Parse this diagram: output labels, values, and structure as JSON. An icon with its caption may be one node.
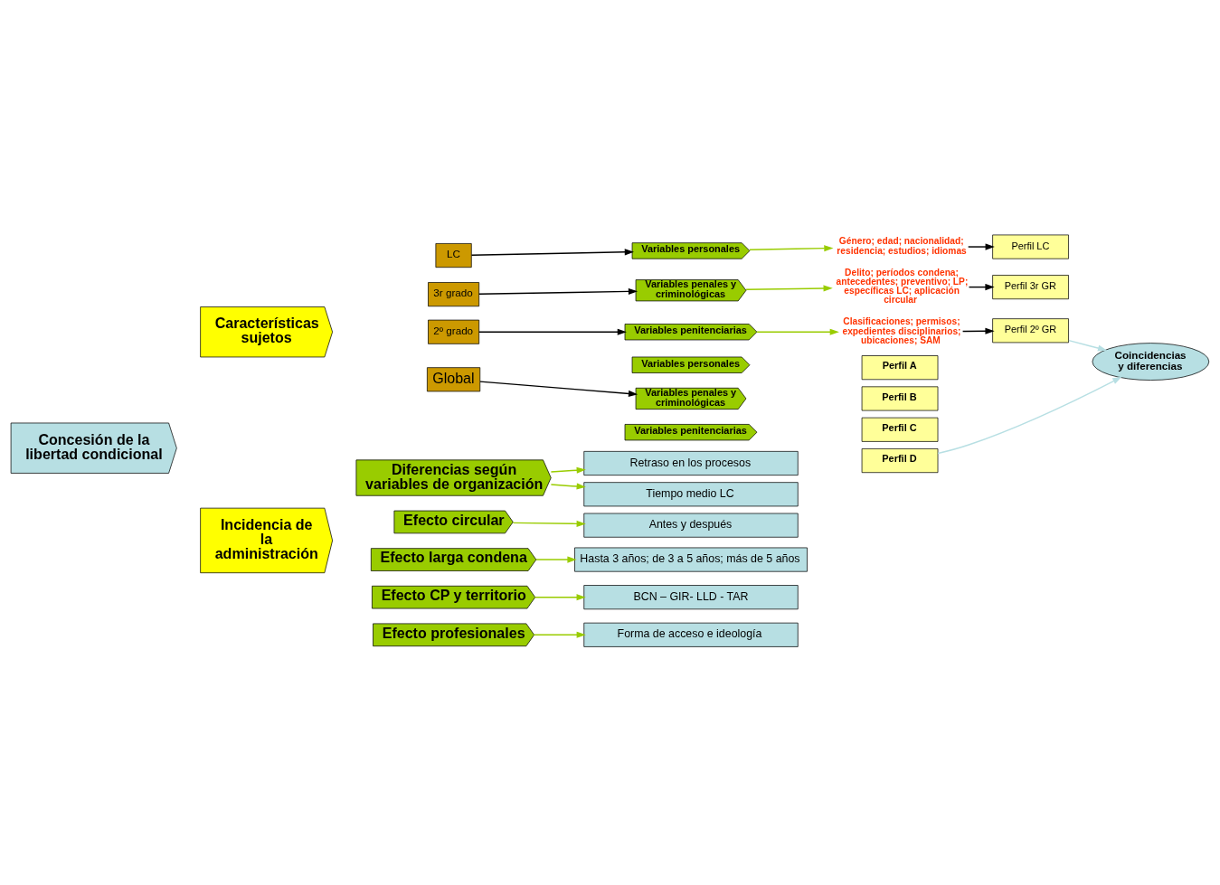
{
  "diagram": {
    "nodes": [
      {
        "text": [
          "Concesión de la libertad condicional"
        ]
      },
      {
        "text": [
          "Características sujetos"
        ]
      },
      {
        "text": [
          "Incidencia de la administración"
        ]
      },
      {
        "text": [
          "LC"
        ]
      },
      {
        "text": [
          "3r grado"
        ]
      },
      {
        "text": [
          "2º grado"
        ]
      },
      {
        "text": [
          "Variables personales"
        ]
      },
      {
        "text": [
          "Variables penales y criminológicas"
        ]
      },
      {
        "text": [
          "Variables penitenciarias"
        ]
      },
      {
        "text": [
          "Género; edad; nacionalidad; residencia; estudios; idiomas"
        ]
      },
      {
        "text": [
          "Delito; períodos condena; antecedentes; preventivo; LP; específicas LC; aplicación circular"
        ]
      },
      {
        "text": [
          "Clasificaciones; permisos; expedientes disciplinarios; ubicaciones; SAM"
        ]
      },
      {
        "text": [
          "Perfil LC"
        ]
      },
      {
        "text": [
          "Perfil 3r GR"
        ]
      },
      {
        "text": [
          "Perfil 2º GR"
        ]
      },
      {
        "text": [
          "Coincidencias y diferencias"
        ]
      },
      {
        "text": [
          "Global"
        ]
      },
      {
        "text": [
          "Variables personales"
        ]
      },
      {
        "text": [
          "Variables penales y criminológicas"
        ]
      },
      {
        "text": [
          "Variables penitenciarias"
        ]
      },
      {
        "text": [
          "Perfil A"
        ]
      },
      {
        "text": [
          "Perfil B"
        ]
      },
      {
        "text": [
          "Perfil C"
        ]
      },
      {
        "text": [
          "Perfil D"
        ]
      },
      {
        "text": [
          "Diferencias según variables de organización"
        ]
      },
      {
        "text": [
          "Efecto circular"
        ]
      },
      {
        "text": [
          "Efecto larga condena"
        ]
      },
      {
        "text": [
          "Efecto CP y territorio"
        ]
      },
      {
        "text": [
          "Efecto profesionales"
        ]
      },
      {
        "text": [
          "Retraso en los procesos"
        ]
      },
      {
        "text": [
          "Tiempo medio LC"
        ]
      },
      {
        "text": [
          "Antes y después"
        ]
      },
      {
        "text": [
          "Hasta 3 años; de 3 a 5 años; más de 5 años"
        ]
      },
      {
        "text": [
          "BCN – GIR- LLD - TAR"
        ]
      },
      {
        "text": [
          "Forma de acceso e ideología"
        ]
      }
    ],
    "edges": [
      {
        "from": 3,
        "to": 6,
        "arrow": "to",
        "color": "#000000"
      },
      {
        "from": 4,
        "to": 7,
        "arrow": "to",
        "color": "#000000"
      },
      {
        "from": 5,
        "to": 8,
        "arrow": "to",
        "color": "#000000"
      },
      {
        "from": 6,
        "to": 9,
        "arrow": "to"
      },
      {
        "from": 7,
        "to": 10,
        "arrow": "to"
      },
      {
        "from": 8,
        "to": 11,
        "arrow": "to"
      },
      {
        "from": 9,
        "to": 12,
        "arrow": "to",
        "color": "#000000"
      },
      {
        "from": 10,
        "to": 13,
        "arrow": "to",
        "color": "#000000"
      },
      {
        "from": 11,
        "to": 14,
        "arrow": "to",
        "color": "#000000"
      },
      {
        "from": 14,
        "to": 15,
        "arrow": "to",
        "color": "#b7dfe3"
      },
      {
        "from": 16,
        "to": 18,
        "arrow": "to",
        "color": "#000000"
      },
      {
        "from": 23,
        "to": 15,
        "arrow": "to",
        "color": "#b7dfe3"
      },
      {
        "from": 24,
        "to": 29,
        "arrow": "to"
      },
      {
        "from": 24,
        "to": 30,
        "arrow": "to"
      },
      {
        "from": 25,
        "to": 31,
        "arrow": "to"
      },
      {
        "from": 26,
        "to": 32,
        "arrow": "to"
      },
      {
        "from": 27,
        "to": 33,
        "arrow": "to"
      },
      {
        "from": 28,
        "to": 34,
        "arrow": "to"
      }
    ]
  }
}
